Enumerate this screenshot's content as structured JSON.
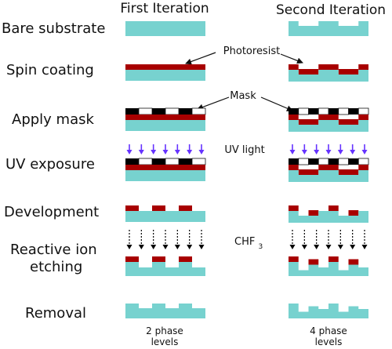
{
  "columns": {
    "first": "First Iteration",
    "second": "Second Iteration"
  },
  "steps": [
    {
      "line1": "Bare substrate",
      "line2": ""
    },
    {
      "line1": "Spin coating",
      "line2": ""
    },
    {
      "line1": "Apply mask",
      "line2": ""
    },
    {
      "line1": "UV exposure",
      "line2": ""
    },
    {
      "line1": "Development",
      "line2": ""
    },
    {
      "line1": "Reactive ion",
      "line2": "etching"
    },
    {
      "line1": "Removal",
      "line2": ""
    }
  ],
  "annotations": {
    "photoresist": "Photoresist",
    "mask": "Mask",
    "uv_light": "UV light",
    "chf": "CHF",
    "chf_subscript": "3"
  },
  "footers": {
    "first_line1": "2 phase",
    "first_line2": "levels",
    "second_line1": "4 phase",
    "second_line2": "levels"
  },
  "colors": {
    "substrate": "#77d2cf",
    "photoresist": "#a80000",
    "mask_opaque": "#000000",
    "uv_arrow": "#6633ff",
    "etch_arrow": "#000000",
    "text": "#111111"
  }
}
